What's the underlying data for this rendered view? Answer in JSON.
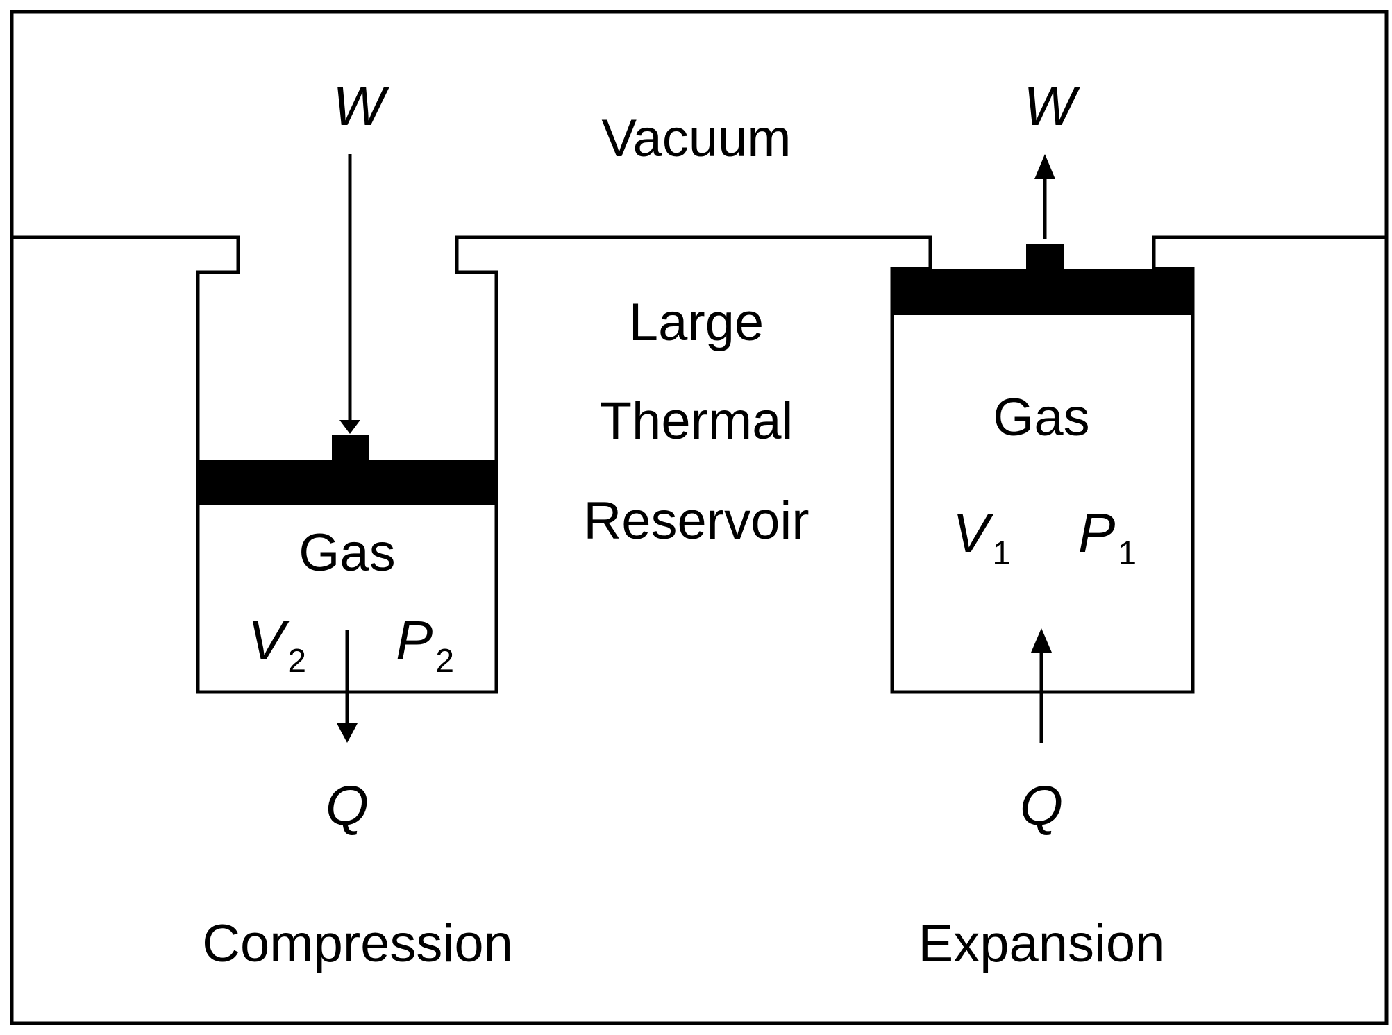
{
  "diagram": {
    "region_label": "Vacuum",
    "reservoir_lines": [
      "Large",
      "Thermal",
      "Reservoir"
    ],
    "compression": {
      "work_symbol": "W",
      "gas_label": "Gas",
      "volume_symbol": "V",
      "volume_subscript": "2",
      "pressure_symbol": "P",
      "pressure_subscript": "2",
      "heat_symbol": "Q",
      "caption": "Compression"
    },
    "expansion": {
      "work_symbol": "W",
      "gas_label": "Gas",
      "volume_symbol": "V",
      "volume_subscript": "1",
      "pressure_symbol": "P",
      "pressure_subscript": "1",
      "heat_symbol": "Q",
      "caption": "Expansion"
    },
    "colors": {
      "ink": "#000000",
      "paper": "#ffffff"
    }
  }
}
